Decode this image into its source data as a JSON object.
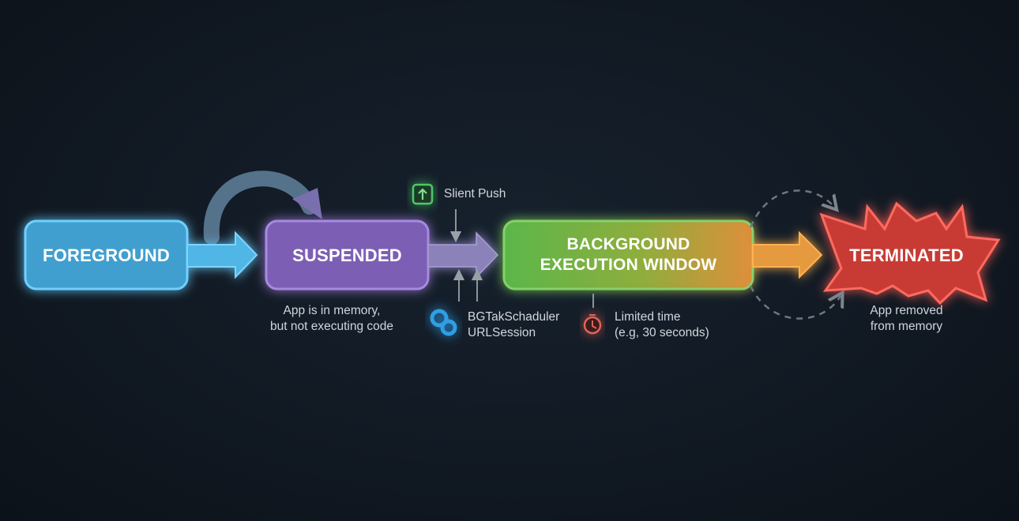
{
  "states": {
    "foreground": {
      "label": "FOREGROUND",
      "color": "#4fb6e6"
    },
    "suspended": {
      "label": "SUSPENDED",
      "color": "#8a6cc4",
      "caption_line1": "App is in memory,",
      "caption_line2": "but not executing code"
    },
    "background": {
      "label_line1": "BACKGROUND",
      "label_line2": "EXECUTION WINDOW",
      "color_start": "#5cb84a",
      "color_end": "#e0903a"
    },
    "terminated": {
      "label": "TERMINATED",
      "color": "#d9453e",
      "caption_line1": "App removed",
      "caption_line2": "from memory"
    }
  },
  "triggers": {
    "silent_push": {
      "label": "Slient Push",
      "icon": "push-arrow-up-icon",
      "color": "#4cc86a"
    },
    "tasks": {
      "line1": "BGTakSchaduler",
      "line2": "URLSession",
      "icon": "gears-icon",
      "color": "#2f9fe6"
    },
    "limit": {
      "line1": "Limited time",
      "line2": "(e.g, 30 seconds)",
      "icon": "timer-icon",
      "color": "#e0625a"
    }
  }
}
